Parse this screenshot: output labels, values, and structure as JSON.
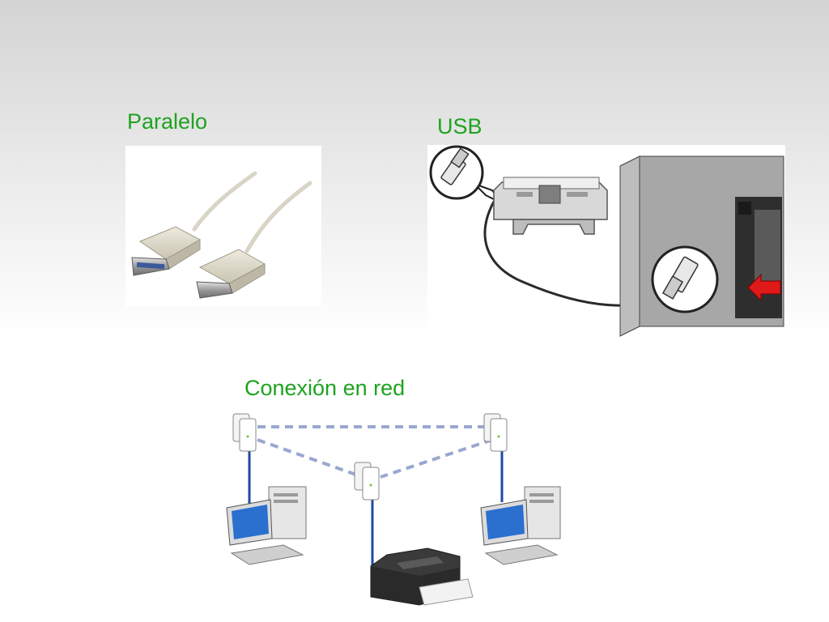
{
  "slide": {
    "accent_color": "#1fa21f",
    "captions": {
      "paralelo": "Paralelo",
      "usb": "USB",
      "red": "Conexión en red"
    }
  },
  "figures": {
    "paralelo": {
      "depicts": "parallel-printer-cable"
    },
    "usb": {
      "depicts": "usb-printer-to-pc-connection"
    },
    "red": {
      "depicts": "network-printer-connection"
    }
  }
}
